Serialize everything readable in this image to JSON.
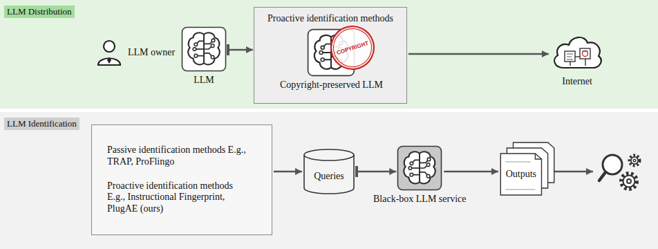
{
  "diagram": {
    "nodes": [
      {
        "text": [
          "LLM Distribution"
        ]
      },
      {
        "text": [
          "LLM owner"
        ],
        "in": 0
      },
      {
        "text": [
          "LLM"
        ],
        "in": 0
      },
      {
        "text": [
          "Proactive identification methods"
        ],
        "in": 0
      },
      {
        "text": [
          "Copyright-preserved LLM"
        ],
        "in": 3
      },
      {
        "text": [
          "Internet"
        ],
        "in": 0
      },
      {
        "text": [
          "LLM Identification"
        ]
      },
      {
        "text": [
          "Passive identification methods E.g., TRAP, ProFlingo",
          "Proactive identification methods E.g., Instructional Fingerprint, PlugAE (ours)"
        ],
        "in": 6
      },
      {
        "text": [
          "Queries"
        ],
        "in": 6
      },
      {
        "text": [
          "Black-box LLM service"
        ],
        "in": 6
      },
      {
        "text": [
          "Outputs"
        ],
        "in": 6
      }
    ],
    "edges": [
      {
        "from": 2,
        "to": 3,
        "arrow": "to"
      },
      {
        "from": 3,
        "to": 5,
        "arrow": "to"
      },
      {
        "from": 7,
        "to": 8,
        "arrow": "to"
      },
      {
        "from": 8,
        "to": 9,
        "arrow": "to"
      },
      {
        "from": 9,
        "to": 10,
        "arrow": "to"
      }
    ],
    "labels": [
      "COPYRIGHT"
    ]
  }
}
